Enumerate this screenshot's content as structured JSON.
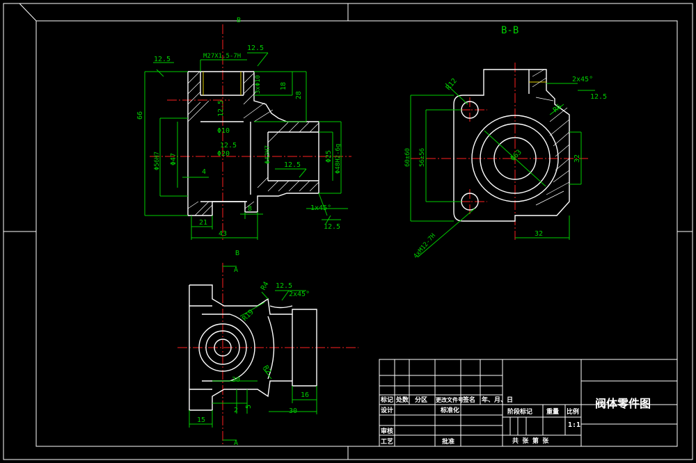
{
  "colors": {
    "background": "#000000",
    "outline": "#ffffff",
    "dimension": "#00d000",
    "centerline": "#ff2020",
    "hidden": "#e0d000"
  },
  "views": {
    "section_b_label": "B-B",
    "cut_b_top": "B",
    "cut_b_bottom": "B",
    "cut_a_top": "A",
    "cut_a_bottom": "A"
  },
  "dims_front": {
    "rough_left": "12.5",
    "rough_top": "12.5",
    "rough_mid": "12.5",
    "rough_bottom": "12.5",
    "thread_top": "M27X1.5-7H",
    "holes_3x": "3xΦ10",
    "d18": "18",
    "d28": "28",
    "d66": "66",
    "d56": "Φ56H7",
    "d47": "Φ47",
    "d4": "4",
    "r12": "12.5",
    "d10": "Φ10",
    "r12b": "12.5",
    "d20": "Φ20",
    "d42": "Φ42H7",
    "d25": "Φ25",
    "d48": "Φ48H2-6g",
    "d8": "8",
    "d21": "21",
    "d43": "43",
    "chamfer": "1x45°"
  },
  "dims_section": {
    "r12": "R12",
    "chamfer": "2x45°",
    "rough": "12.5",
    "r6": "R6",
    "d60": "60±60",
    "d56": "56±56",
    "phi": "Φ63",
    "d32v": "32",
    "d32h": "32",
    "thread": "4xM12-7H"
  },
  "dims_bottom": {
    "r4": "R4",
    "rough": "12.5",
    "chamfer": "2x45°",
    "r19": "R19",
    "r2": "R2",
    "d30a": "30",
    "d16": "16",
    "d5": "5",
    "d2": "2",
    "d15": "15",
    "d30b": "30"
  },
  "title_block": {
    "title": "阀体零件图",
    "scale": "1:1",
    "row_labels": [
      "标记",
      "处数",
      "分区",
      "更改文件号",
      "签名",
      "年、月、日"
    ],
    "design": "设计",
    "standard": "标准化",
    "review": "审核",
    "process": "工艺",
    "approve": "批准",
    "stage": "阶段标记",
    "weight": "重量",
    "ratio": "比例",
    "sheets": "共 张  第 张"
  }
}
